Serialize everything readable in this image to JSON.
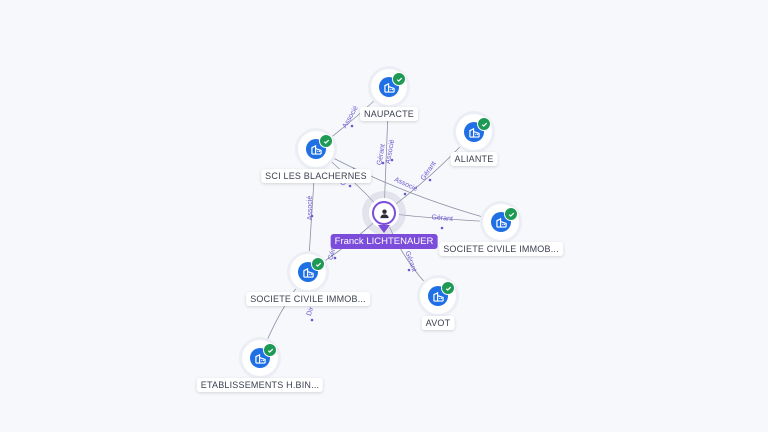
{
  "center": {
    "name": "Franck LICHTENAUER",
    "icon": "person-icon",
    "color": "#7c4ddb"
  },
  "companies": [
    {
      "id": "naupacte",
      "name": "NAUPACTE",
      "icon": "building-icon",
      "verified": true
    },
    {
      "id": "aliante",
      "name": "ALIANTE",
      "icon": "building-icon",
      "verified": true
    },
    {
      "id": "sci-les-blachernes",
      "name": "SCI LES BLACHERNES",
      "icon": "building-icon",
      "verified": true
    },
    {
      "id": "sci-immob-right",
      "name": "SOCIETE CIVILE IMMOB...",
      "icon": "building-icon",
      "verified": true
    },
    {
      "id": "sci-immob-left",
      "name": "SOCIETE CIVILE IMMOB...",
      "icon": "building-icon",
      "verified": true
    },
    {
      "id": "avot",
      "name": "AVOT",
      "icon": "building-icon",
      "verified": true
    },
    {
      "id": "etablissements",
      "name": "ETABLISSEMENTS H.BIN...",
      "icon": "building-icon",
      "verified": true
    }
  ],
  "edges": [
    {
      "from": "center",
      "to": "naupacte",
      "labels": [
        "Gérant",
        "Associé"
      ]
    },
    {
      "from": "center",
      "to": "aliante",
      "labels": [
        "Gérant"
      ]
    },
    {
      "from": "center",
      "to": "sci-les-blachernes",
      "labels": [
        "Gérant"
      ]
    },
    {
      "from": "center",
      "to": "sci-immob-right",
      "labels": [
        "Gérant"
      ]
    },
    {
      "from": "center",
      "to": "sci-immob-left",
      "labels": [
        "Gérant"
      ]
    },
    {
      "from": "center",
      "to": "avot",
      "labels": [
        "Gérant"
      ]
    },
    {
      "from": "sci-les-blachernes",
      "to": "naupacte",
      "labels": [
        "Associé"
      ]
    },
    {
      "from": "sci-les-blachernes",
      "to": "sci-immob-right",
      "labels": [
        "Associé"
      ]
    },
    {
      "from": "sci-les-blachernes",
      "to": "sci-immob-left",
      "labels": [
        "Associé"
      ]
    },
    {
      "from": "sci-immob-left",
      "to": "etablissements",
      "labels": [
        "Dir"
      ]
    }
  ],
  "colors": {
    "edge": "#8a8fa3",
    "accent": "#1f6fe5",
    "verified": "#1e9a55",
    "edge_label": "#6a5ad0"
  }
}
